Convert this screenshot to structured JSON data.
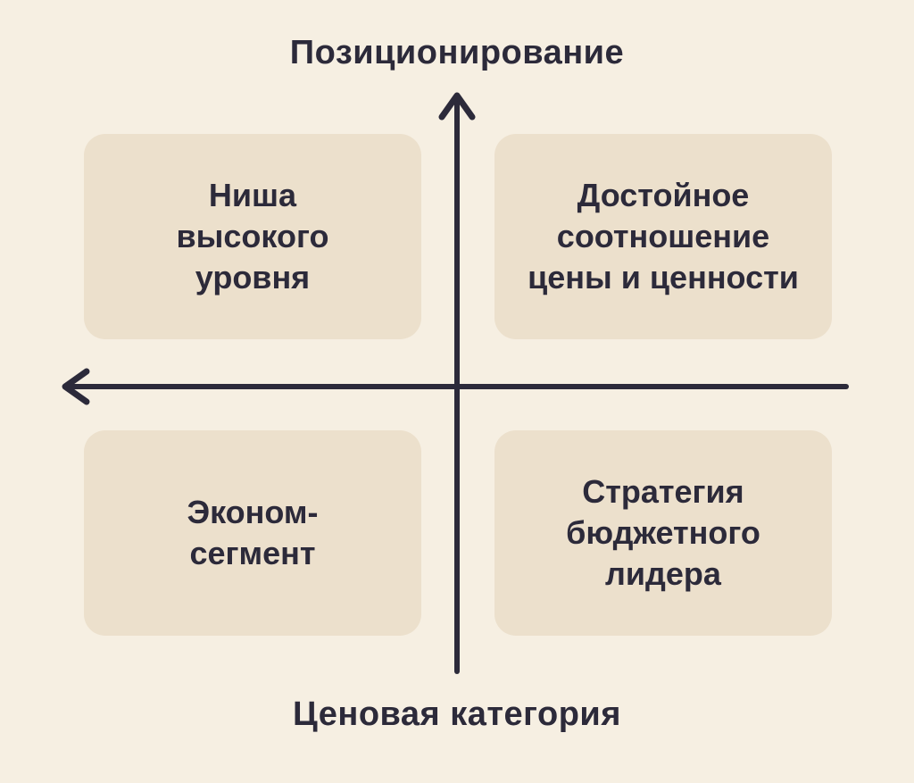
{
  "diagram": {
    "axis_titles": {
      "top": "Позиционирование",
      "bottom": "Ценовая категория"
    },
    "quadrants": {
      "top_left": "Ниша\nвысокого\nуровня",
      "top_right": "Достойное\nсоотношение\nцены и ценности",
      "bottom_left": "Эконом-\nсегмент",
      "bottom_right": "Стратегия\nбюджетного\nлидера"
    },
    "colors": {
      "background": "#f6efe2",
      "box": "#ece0cc",
      "text": "#2c2a3a",
      "axis": "#2c2a3a"
    }
  }
}
